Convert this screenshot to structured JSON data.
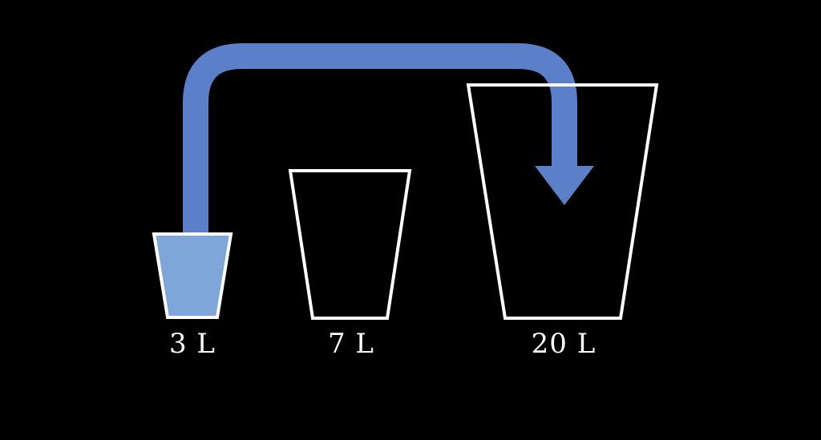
{
  "colors": {
    "background": "#000000",
    "outline": "#ffffff",
    "water": "#7fa6d9",
    "pipe": "#5b7fc9",
    "label": "#ffffff"
  },
  "containers": [
    {
      "id": "small",
      "label": "3 L",
      "filled": true
    },
    {
      "id": "medium",
      "label": "7 L",
      "filled": false
    },
    {
      "id": "large",
      "label": "20 L",
      "filled": false
    }
  ],
  "pour": {
    "from": "small",
    "to": "large",
    "icon": "pour-arrow-icon"
  }
}
